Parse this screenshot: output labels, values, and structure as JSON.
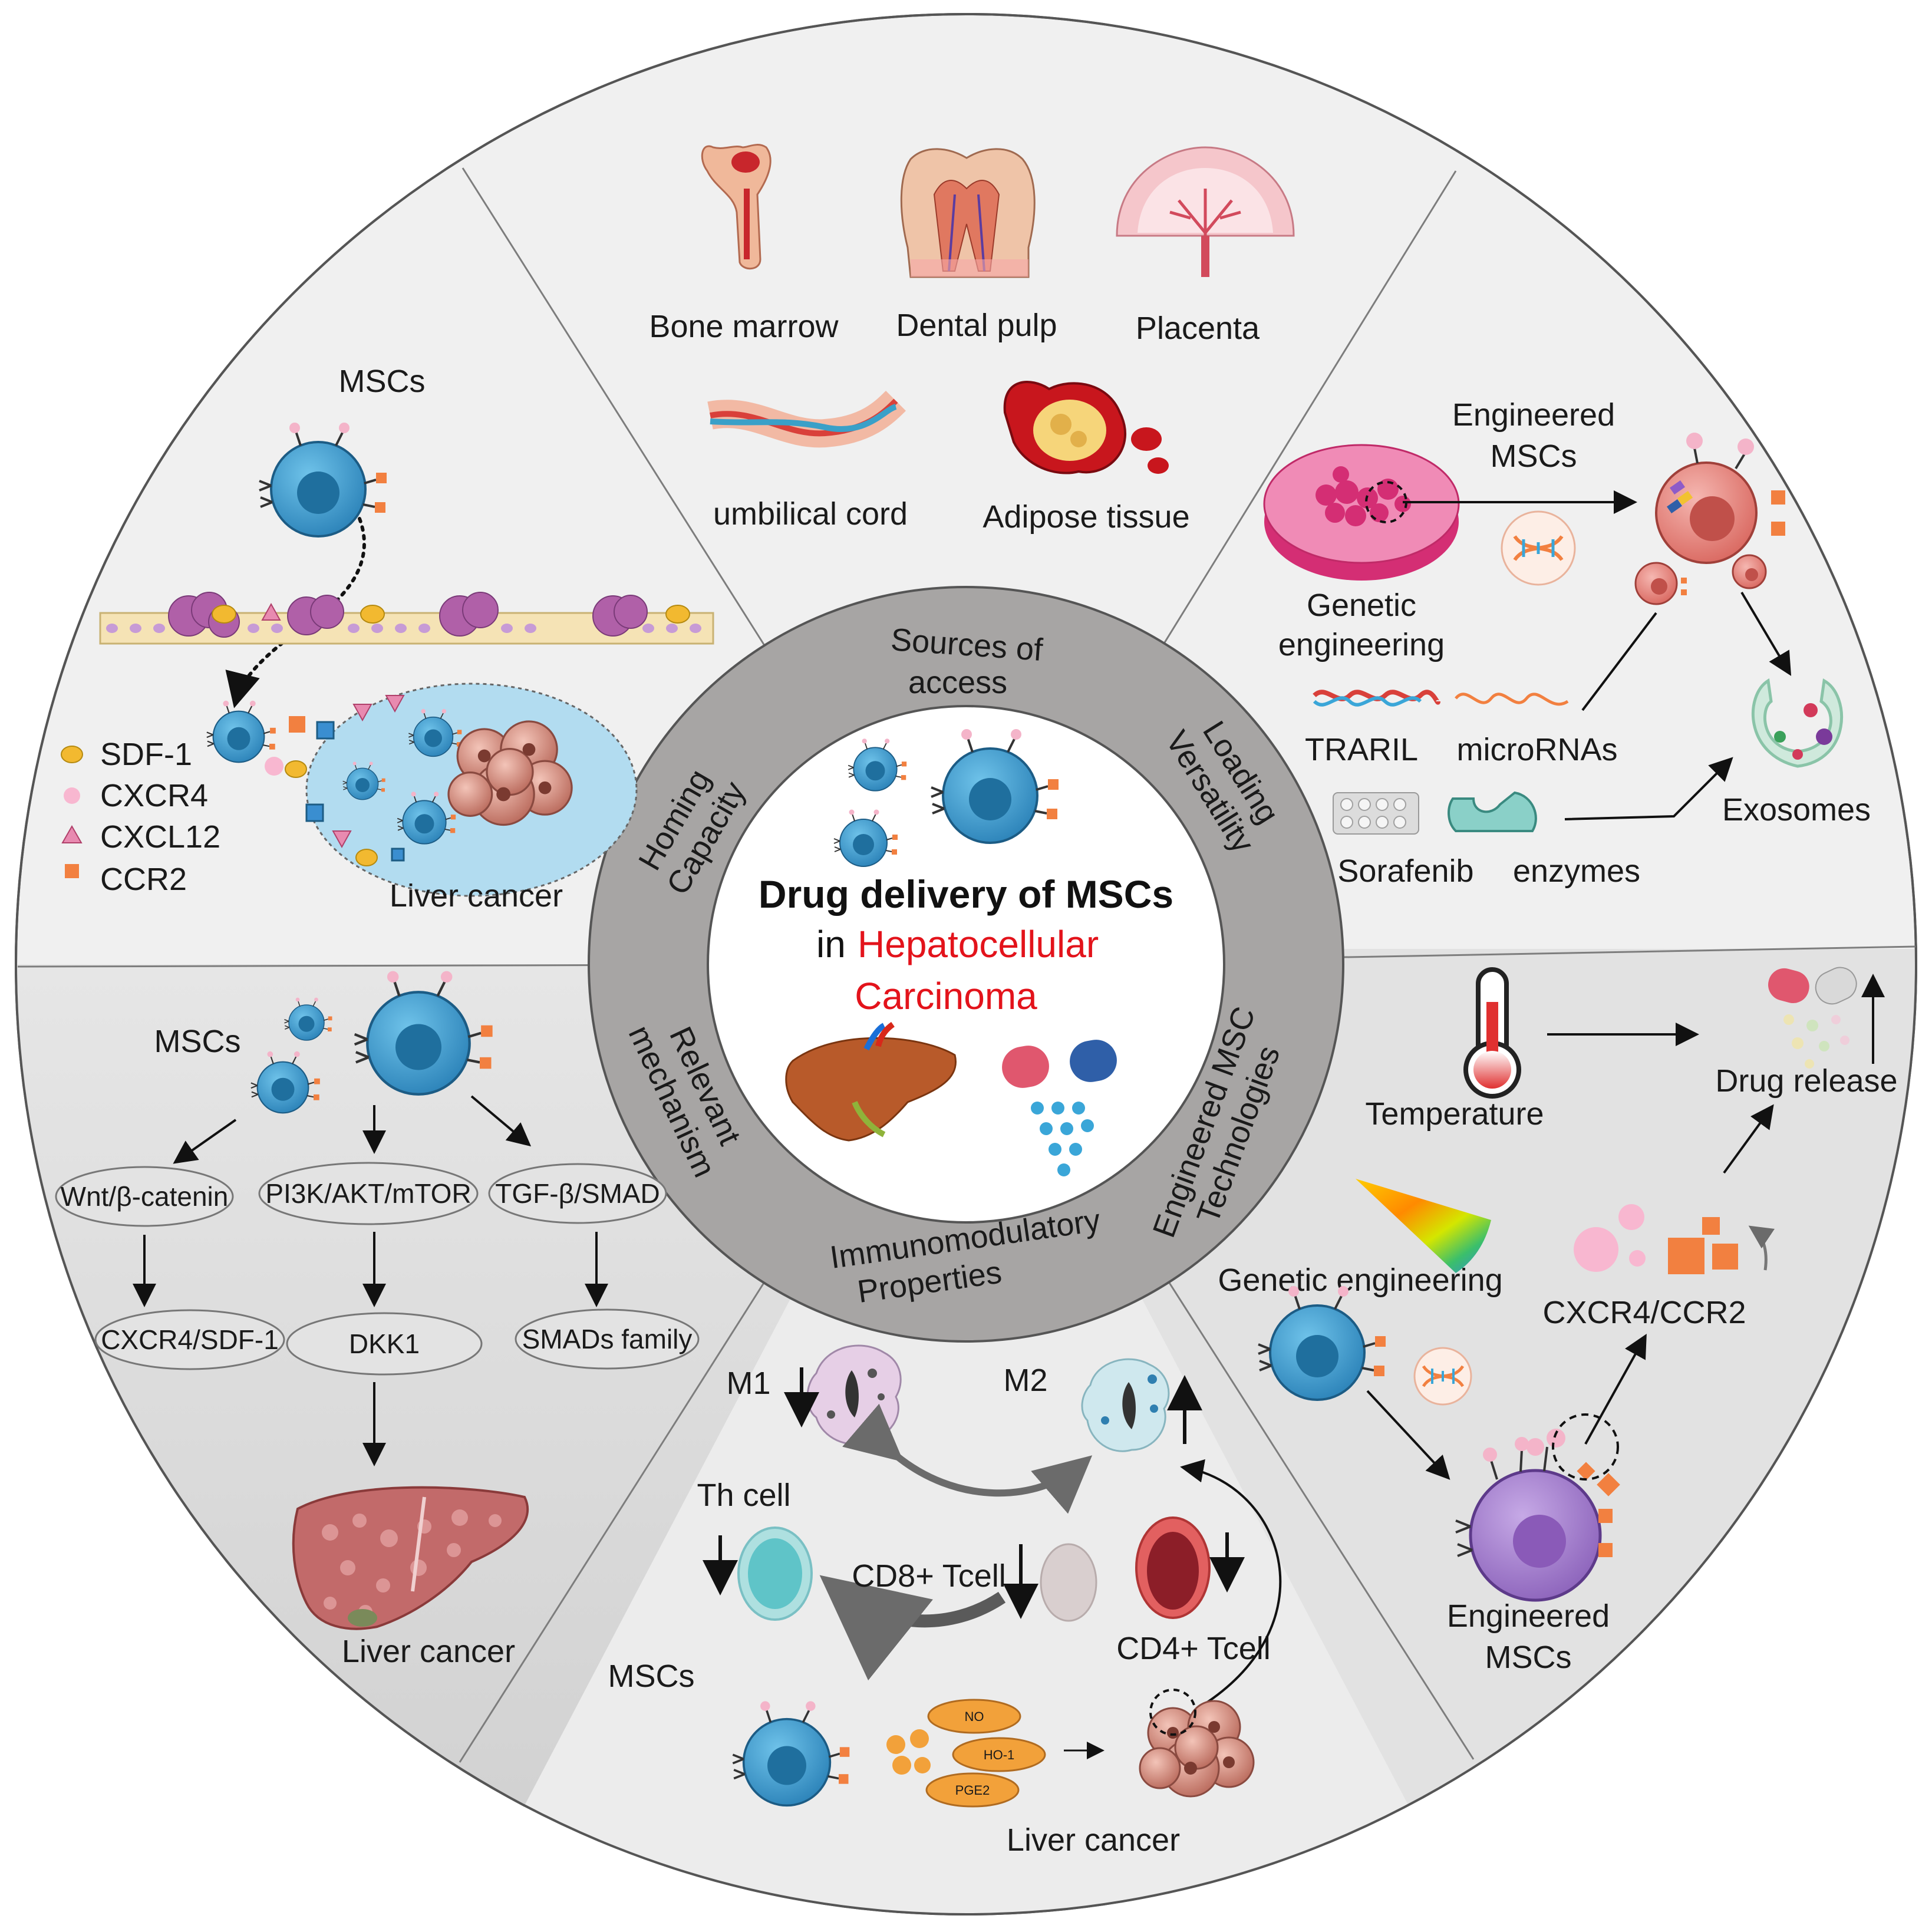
{
  "center": {
    "title": "Drug delivery of MSCs",
    "in_word": "in",
    "disease_line1": "Hepatocellular",
    "disease_line2": "Carcinoma",
    "disease_color": "#e3131b"
  },
  "ring": {
    "sources": [
      "Sources of",
      "access"
    ],
    "loading": [
      "Loading",
      "Versatility"
    ],
    "engineered": [
      "Engineered MSC",
      "Technologies"
    ],
    "immuno": [
      "Immunomodulatory",
      "Properties"
    ],
    "relevant": [
      "Relevant",
      "mechanism"
    ],
    "homing": [
      "Homing",
      "Capacity"
    ]
  },
  "sources_panel": {
    "bone_marrow": "Bone marrow",
    "dental_pulp": "Dental pulp",
    "placenta": "Placenta",
    "umbilical_cord": "umbilical cord",
    "adipose_tissue": "Adipose tissue"
  },
  "loading_panel": {
    "engineered_msc": [
      "Engineered",
      "MSCs"
    ],
    "genetic_engineering": [
      "Genetic",
      "engineering"
    ],
    "traril": "TRARIL",
    "micrornas": "microRNAs",
    "sorafenib": "Sorafenib",
    "enzymes": "enzymes",
    "exosomes": "Exosomes"
  },
  "engineered_panel": {
    "temperature": "Temperature",
    "drug_release": "Drug release",
    "genetic_engineering": "Genetic engineering",
    "receptors": "CXCR4/CCR2",
    "engineered_msc": [
      "Engineered",
      "MSCs"
    ]
  },
  "immuno_panel": {
    "m1": "M1",
    "m2": "M2",
    "th_cell": "Th cell",
    "cd8": "CD8+ Tcell",
    "cd4": "CD4+ Tcell",
    "mscs": "MSCs",
    "factors": [
      "NO",
      "HO-1",
      "PGE2"
    ],
    "liver_cancer": "Liver cancer"
  },
  "relevant_panel": {
    "mscs": "MSCs",
    "pathways": [
      "Wnt/β-catenin",
      "PI3K/AKT/mTOR",
      "TGF-β/SMAD"
    ],
    "targets": [
      "CXCR4/SDF-1",
      "DKK1",
      "SMADs family"
    ],
    "liver_cancer": "Liver cancer"
  },
  "homing_panel": {
    "mscs": "MSCs",
    "legend": [
      "SDF-1",
      "CXCR4",
      "CXCL12",
      "CCR2"
    ],
    "liver_cancer": "Liver cancer"
  },
  "colors": {
    "ring": "#a7a5a4",
    "inner_circle": "#ffffff",
    "panel_light": "#f0f0f0",
    "panel_dark": "#d9d9d9",
    "msc_blue": "#3b98cc",
    "msc_nucleus": "#1f6f9e",
    "engineered_purple": "#9a76c4",
    "orange": "#f28040",
    "pink": "#f4b4c9",
    "tumor": "#d98b7e"
  }
}
